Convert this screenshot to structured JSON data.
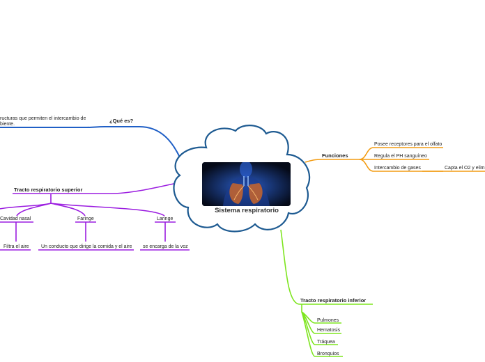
{
  "center": {
    "title": "Sistema respiratorio",
    "image_icon": "lungs-xray-image"
  },
  "que_es": {
    "label": "¿Qué es?",
    "text_line1": "ructuras que permiten el intercambio de",
    "text_line2": "biente.",
    "color": "#1f5fc6"
  },
  "funciones": {
    "label": "Funciones",
    "color": "#f39c12",
    "items": [
      {
        "label": "Posee receptores para el olfato"
      },
      {
        "label": "Regula el PH sanguíneo"
      },
      {
        "label": "Intercambio de gases",
        "child": "Capta el O2 y elimi"
      }
    ]
  },
  "superior": {
    "label": "Tracto respiratorio superior",
    "color": "#9b1de0",
    "items": [
      {
        "label": "Cavidad nasal",
        "child": "Filtra el aire"
      },
      {
        "label": "Faringe",
        "child": "Un conducto que dirige la comida y el aire"
      },
      {
        "label": "Laringe",
        "child": "se encarga de la voz"
      }
    ]
  },
  "inferior": {
    "label": "Tracto respiratorio inferior",
    "color": "#7ee51f",
    "items": [
      {
        "label": "Pulmones"
      },
      {
        "label": "Hematosis"
      },
      {
        "label": "Tráquea"
      },
      {
        "label": "Bronquios"
      }
    ]
  },
  "cloud": {
    "border_color": "#1d5a91"
  }
}
